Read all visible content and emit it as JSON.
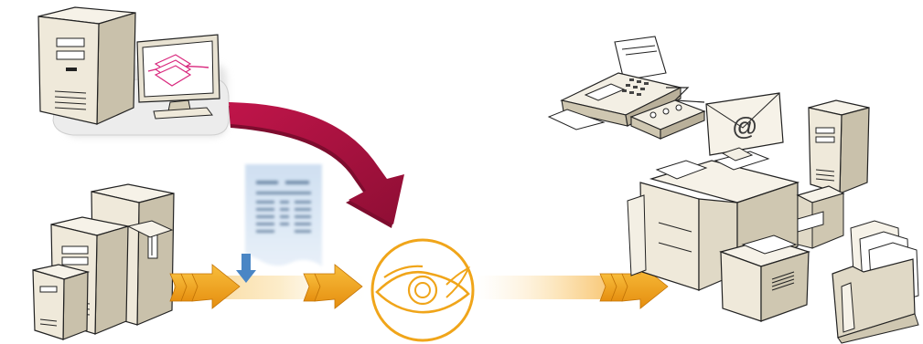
{
  "diagram": {
    "email_symbol": "@",
    "nodes": [
      {
        "id": "design-workstation",
        "icon": "desktop-computer-with-monitor-icon"
      },
      {
        "id": "host-servers",
        "icon": "server-cluster-icon"
      },
      {
        "id": "document-page",
        "icon": "document-page-icon"
      },
      {
        "id": "processor",
        "icon": "eye-logo-icon"
      },
      {
        "id": "fax-machine",
        "icon": "fax-machine-icon"
      },
      {
        "id": "email",
        "icon": "email-envelope-icon"
      },
      {
        "id": "output-server",
        "icon": "tower-server-icon"
      },
      {
        "id": "production-printer",
        "icon": "production-printer-icon"
      },
      {
        "id": "desktop-printer",
        "icon": "desktop-printer-icon"
      },
      {
        "id": "file-folders",
        "icon": "file-folders-icon"
      }
    ],
    "colors": {
      "design_arrow": "#b5143e",
      "flow_arrow": "#f3a21e",
      "flow_band": "#f6c870",
      "eye_logo": "#f0a51a",
      "equipment_light": "#f3efe4",
      "equipment_shade": "#d9d2bf",
      "outline": "#222222"
    }
  }
}
